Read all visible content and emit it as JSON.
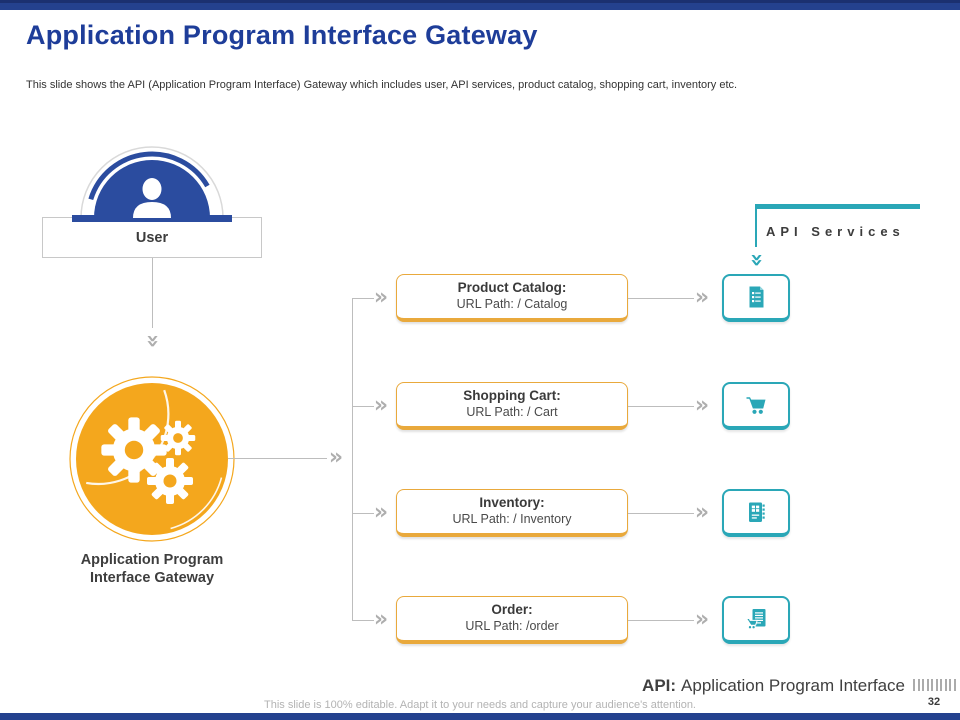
{
  "slide": {
    "title": "Application Program Interface Gateway",
    "subtitle": "This slide shows the API (Application Program Interface) Gateway which includes user, API services, product catalog, shopping cart, inventory etc."
  },
  "user": {
    "label": "User",
    "icon": "person-icon"
  },
  "gateway": {
    "line1": "Application Program",
    "line2": "Interface Gateway",
    "icon": "gears-icon"
  },
  "api_services": {
    "label": "API Services"
  },
  "rows": [
    {
      "title": "Product Catalog:",
      "path": "URL Path: / Catalog",
      "icon": "catalog-document-icon"
    },
    {
      "title": "Shopping Cart:",
      "path": "URL Path: / Cart",
      "icon": "shopping-cart-icon"
    },
    {
      "title": "Inventory:",
      "path": "URL Path: / Inventory",
      "icon": "inventory-ledger-icon"
    },
    {
      "title": "Order:",
      "path": "URL Path: /order",
      "icon": "order-document-icon"
    }
  ],
  "legend": {
    "abbr": "API:",
    "text": "Application Program Interface"
  },
  "footer": {
    "note": "This slide is 100% editable. Adapt it to your needs and capture your audience's attention.",
    "page": "32"
  },
  "colors": {
    "navy": "#24418E",
    "title_blue": "#1E3D99",
    "orange": "#F4A71D",
    "box_border_orange": "#E9A93C",
    "teal": "#2AA7B7",
    "line_gray": "#BDBDBD",
    "text_dark": "#3C3C3C"
  }
}
